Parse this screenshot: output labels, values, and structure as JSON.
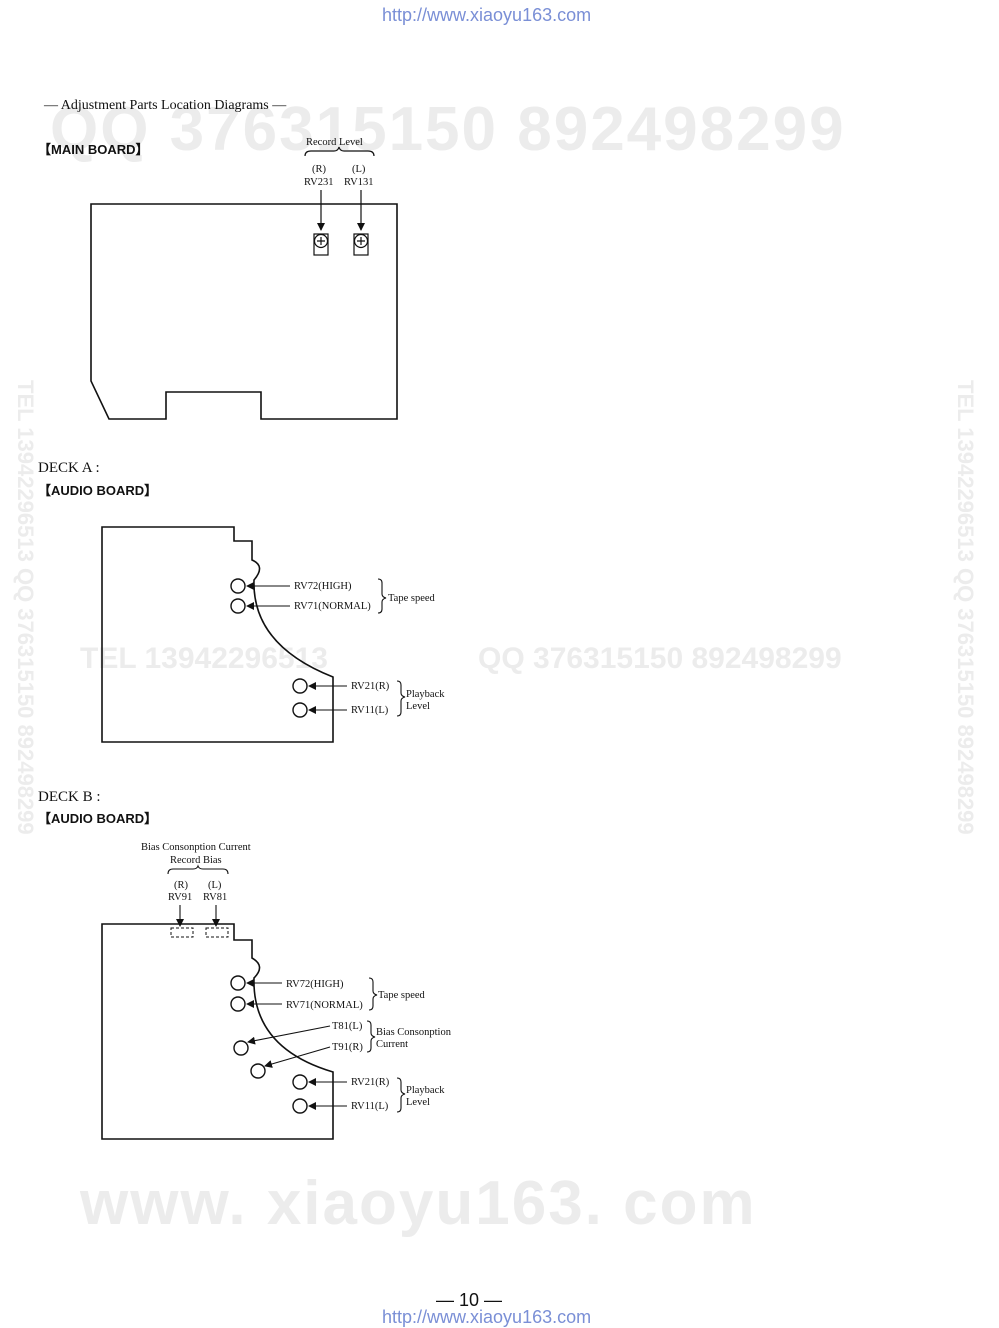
{
  "header_url": "http://www.xiaoyu163.com",
  "footer_url": "http://www.xiaoyu163.com",
  "page_number": "— 10 —",
  "section_title": "— Adjustment Parts Location Diagrams —",
  "watermarks": {
    "top": "QQ 376315150   892498299",
    "middle_left": "TEL 13942296513",
    "middle_right": "QQ 376315150  892498299",
    "side": "TEL 13942296513  QQ 376315150  892498299",
    "bottom": "www. xiaoyu163. com"
  },
  "main_board": {
    "label": "【MAIN BOARD】",
    "group_label": "Record  Level",
    "r_label": "(R)",
    "l_label": "(L)",
    "r_part": "RV231",
    "l_part": "RV131"
  },
  "deck_a": {
    "title": "DECK A :",
    "board": "【AUDIO BOARD】",
    "rv72": "RV72(HIGH)",
    "rv71": "RV71(NORMAL)",
    "tape_speed": "Tape  speed",
    "rv21": "RV21(R)",
    "rv11": "RV11(L)",
    "playback_1": "Playback",
    "playback_2": "Level"
  },
  "deck_b": {
    "title": "DECK B :",
    "board": "【AUDIO BOARD】",
    "top_label_1": "Bias  Consonption  Current",
    "top_label_2": "Record  Bias",
    "r_label": "(R)",
    "l_label": "(L)",
    "r_part": "RV91",
    "l_part": "RV81",
    "rv72": "RV72(HIGH)",
    "rv71": "RV71(NORMAL)",
    "tape_speed": "Tape  speed",
    "t81": "T81(L)",
    "t91": "T91(R)",
    "bias_1": "Bias  Consonption",
    "bias_2": "Current",
    "rv21": "RV21(R)",
    "rv11": "RV11(L)",
    "playback_1": "Playback",
    "playback_2": "Level"
  }
}
